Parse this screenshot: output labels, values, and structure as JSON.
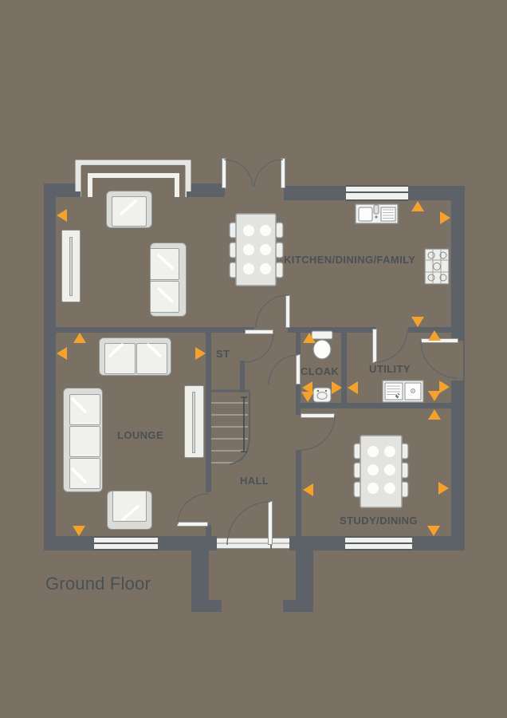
{
  "floor": {
    "title": "Ground Floor"
  },
  "rooms": {
    "kitchen": {
      "label": "KITCHEN/DINING/FAMILY"
    },
    "lounge": {
      "label": "LOUNGE"
    },
    "hall": {
      "label": "HALL"
    },
    "store": {
      "label": "ST"
    },
    "cloak": {
      "label": "CLOAK"
    },
    "utility": {
      "label": "UTILITY"
    },
    "study": {
      "label": "STUDY/DINING"
    }
  },
  "colors": {
    "background": "#7a7164",
    "wall": "#5c6268",
    "furniture_light": "#f0f0ed",
    "furniture_shade": "#dbdbd7",
    "marker_orange": "#f4a22d",
    "label_text": "#4b5054"
  },
  "fixtures": [
    "bay-window",
    "french-doors",
    "front-door",
    "staircase",
    "store-cupboard",
    "wc-toilet",
    "wc-basin",
    "kitchen-sink-drainer",
    "hob",
    "washing-machine",
    "utility-sink",
    "dining-table-6-seats",
    "study-table-6-seats",
    "sofa-3-seat",
    "sofa-2-seat",
    "armchair",
    "sideboard"
  ],
  "markers": {
    "shape": "triangle",
    "color": "#f4a22d",
    "count": 20
  }
}
